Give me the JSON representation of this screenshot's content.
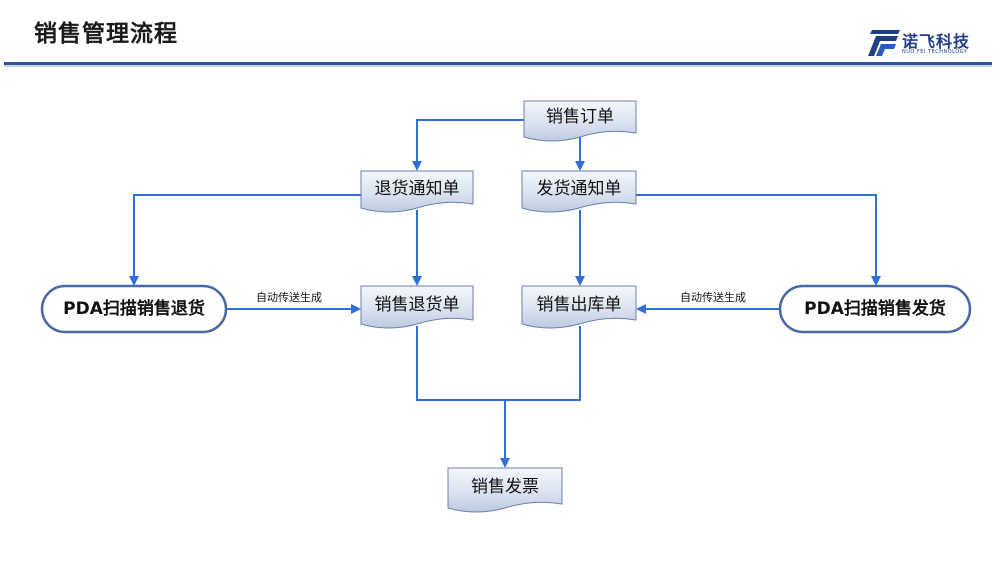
{
  "header": {
    "title": "销售管理流程"
  },
  "logo": {
    "name_cn": "诺飞科技",
    "name_en": "NUO FEI TECHNOLOGY"
  },
  "nodes": {
    "sales_order": "销售订单",
    "return_notice": "退货通知单",
    "delivery_notice": "发货通知单",
    "pda_return": "PDA扫描销售退货",
    "pda_delivery": "PDA扫描销售发货",
    "sales_return": "销售退货单",
    "sales_outbound": "销售出库单",
    "sales_invoice": "销售发票"
  },
  "edges": {
    "auto_generate_left": "自动传送生成",
    "auto_generate_right": "自动传送生成"
  },
  "colors": {
    "document_fill_top": "#f4f7fc",
    "document_fill_bottom": "#bccae0",
    "document_border": "#6b82ad",
    "terminal_border": "#4a68a3",
    "arrow": "#2f6fd6",
    "header_rule": "#2f5597",
    "logo": "#1f3f86"
  }
}
